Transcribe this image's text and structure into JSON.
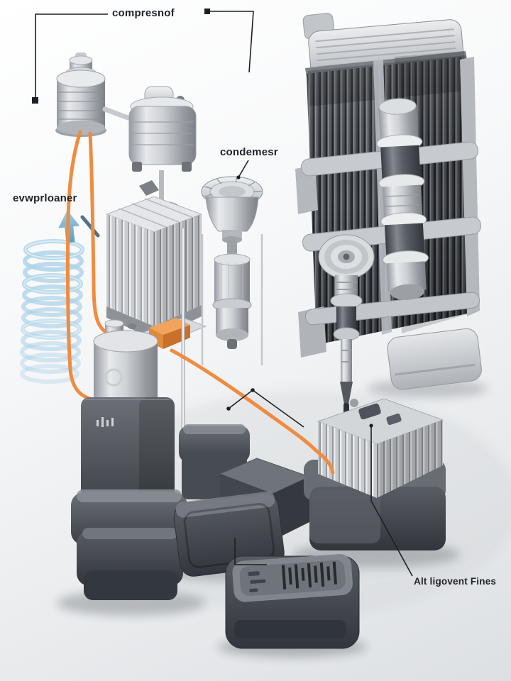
{
  "labels": {
    "compressor": "compresnof",
    "condenser": "condemesr",
    "evaporator": "evwprloaner",
    "refrigerant_lines": "Alt ligovent Fines"
  },
  "colors": {
    "tube_orange": "#ef8c3f",
    "coil_blue": "#aed3e8",
    "arrow_blue": "#7fb3d2",
    "metal_light": "#d9dcdf",
    "metal_dark": "#4a4e55",
    "leader_line": "#1d1f23",
    "background_top": "#ffffff",
    "background_bottom": "#dfe1e4"
  }
}
